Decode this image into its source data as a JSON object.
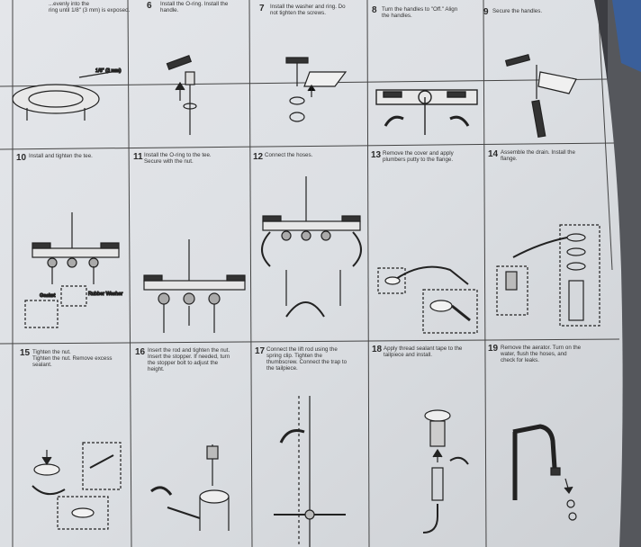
{
  "rows": [
    {
      "cells": [
        {
          "num": "",
          "lines": [
            "...evenly into the",
            "ring until 1/8\" (3 mm) is exposed."
          ]
        },
        {
          "num": "6",
          "lines": [
            "Install the O-ring. Install the",
            "handle."
          ]
        },
        {
          "num": "7",
          "lines": [
            "Install the washer and ring. Do",
            "not tighten the screws."
          ]
        },
        {
          "num": "8",
          "lines": [
            "Turn the handles to \"Off.\" Align",
            "the handles."
          ]
        },
        {
          "num": "9",
          "lines": [
            "Secure the handles."
          ]
        }
      ]
    },
    {
      "cells": [
        {
          "num": "10",
          "lines": [
            "Install and tighten the tee."
          ]
        },
        {
          "num": "11",
          "lines": [
            "Install the O-ring to the tee.",
            "Secure with the nut."
          ]
        },
        {
          "num": "12",
          "lines": [
            "Connect the hoses."
          ]
        },
        {
          "num": "13",
          "lines": [
            "Remove the cover and apply",
            "plumbers putty to the flange."
          ]
        },
        {
          "num": "14",
          "lines": [
            "Assemble the drain. Install the",
            "flange."
          ]
        }
      ]
    },
    {
      "cells": [
        {
          "num": "15",
          "lines": [
            "Tighten the nut.",
            "Tighten the nut. Remove excess",
            "sealant."
          ]
        },
        {
          "num": "16",
          "lines": [
            "Insert the rod and tighten the nut.",
            "Insert the stopper. If needed, turn",
            "the stopper bolt to adjust the",
            "height."
          ]
        },
        {
          "num": "17",
          "lines": [
            "Connect the lift rod using the",
            "spring clip. Tighten the",
            "thumbscrew. Connect the trap to",
            "the tailpiece."
          ]
        },
        {
          "num": "18",
          "lines": [
            "Apply thread sealant tape to the",
            "tailpiece and install."
          ]
        },
        {
          "num": "19",
          "lines": [
            "Remove the aerator. Turn on the",
            "water, flush the hoses, and",
            "check for leaks."
          ]
        }
      ]
    }
  ],
  "labels": {
    "gasket": "Gasket",
    "rubber_washer": "Rubber Washer",
    "measure": "1/8\" (3 mm)"
  }
}
